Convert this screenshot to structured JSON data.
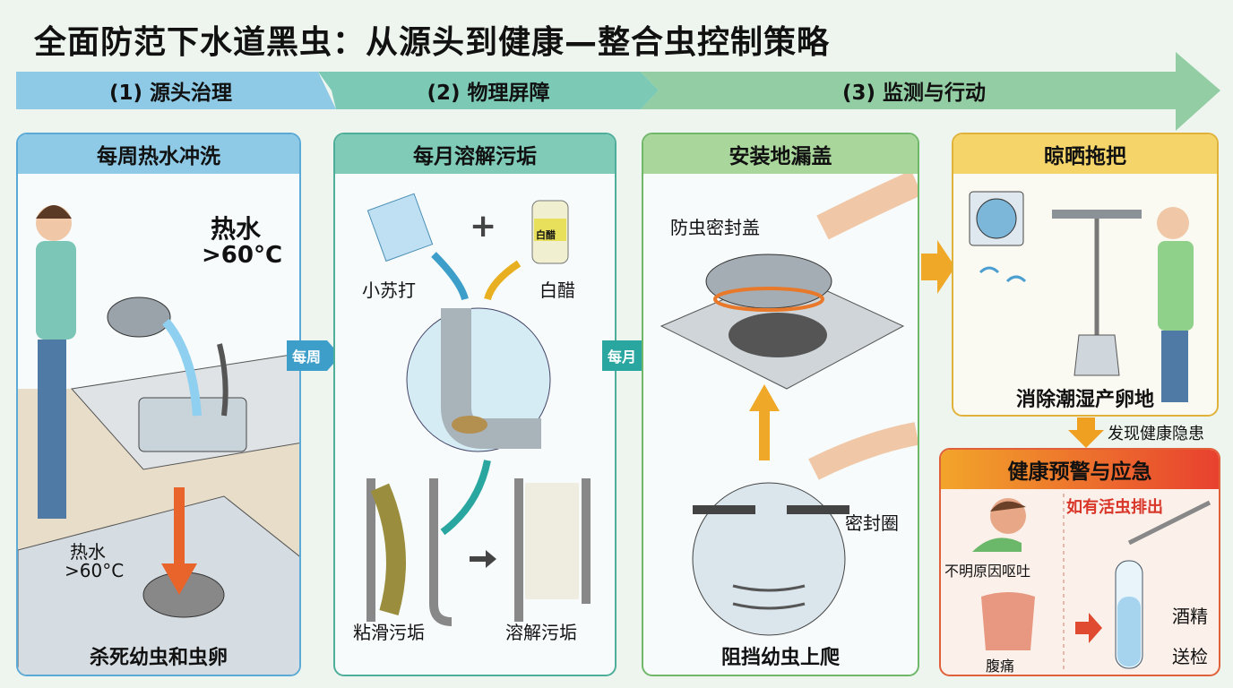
{
  "title": "全面防范下水道黑虫：从源头到健康—整合虫控制策略",
  "stages": [
    "(1) 源头治理",
    "(2) 物理屏障",
    "(3) 监测与行动"
  ],
  "panels": {
    "p1": {
      "header": "每周热水冲洗",
      "hot1": "热水",
      "temp1": ">60°C",
      "hot2": "热水",
      "temp2": ">60°C",
      "caption": "杀死幼虫和虫卵"
    },
    "p2": {
      "header": "每月溶解污垢",
      "soda": "小苏打",
      "vinegar": "白醋",
      "bottle": "白醋",
      "dirty": "粘滑污垢",
      "clean": "溶解污垢"
    },
    "p3": {
      "header": "安装地漏盖",
      "cover": "防虫密封盖",
      "seal": "密封圈",
      "caption": "阻挡幼虫上爬"
    },
    "p4": {
      "header": "晾晒拖把",
      "caption": "消除潮湿产卵地"
    },
    "p5": {
      "header": "健康预警与应急",
      "trigger": "发现健康隐患",
      "vomit": "不明原因呕吐",
      "pain": "腹痛",
      "live": "如有活虫排出",
      "alcohol": "酒精",
      "send": "送检"
    }
  },
  "connectors": {
    "weekly": "每周",
    "monthly": "每月"
  },
  "colors": {
    "blue": "#8ecae6",
    "teal": "#7fcbb8",
    "green": "#a9d69a",
    "yellow": "#f5d56a",
    "red": "#e8412f"
  }
}
